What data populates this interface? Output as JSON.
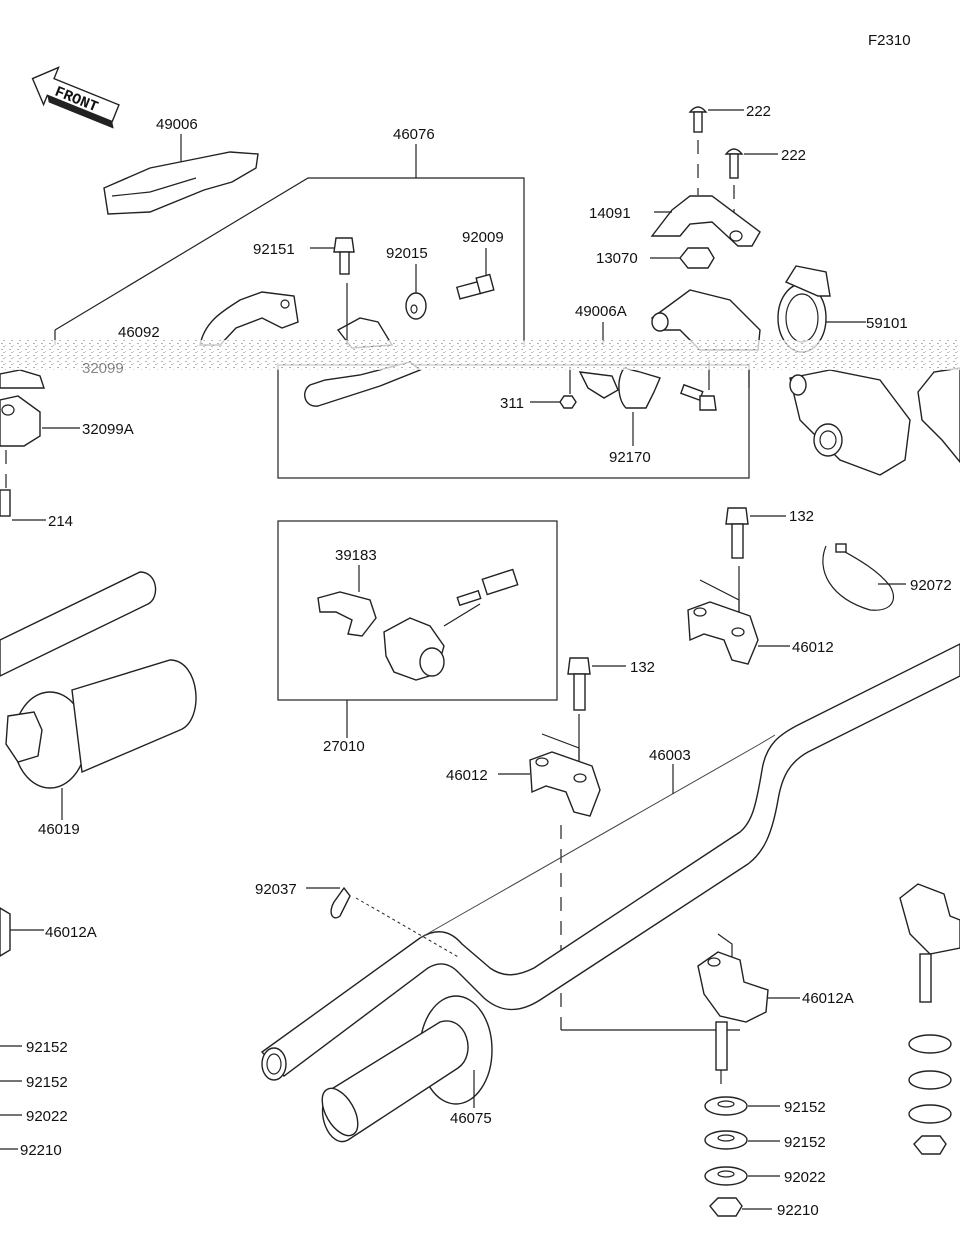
{
  "diagram_code": "F2310",
  "front_label": "FRONT",
  "labels": [
    "49006",
    "46076",
    "92151",
    "92015",
    "92009",
    "222",
    "222",
    "14091",
    "13070",
    "59101",
    "49006A",
    "46092",
    "32099",
    "311",
    "92170",
    "32099A",
    "214",
    "39183",
    "27010",
    "132",
    "92072",
    "46012",
    "132",
    "46012",
    "46003",
    "46019",
    "92037",
    "46012A",
    "46012A",
    "92152",
    "92152",
    "92022",
    "92210",
    "46075",
    "92152",
    "92152",
    "92022",
    "92210"
  ]
}
